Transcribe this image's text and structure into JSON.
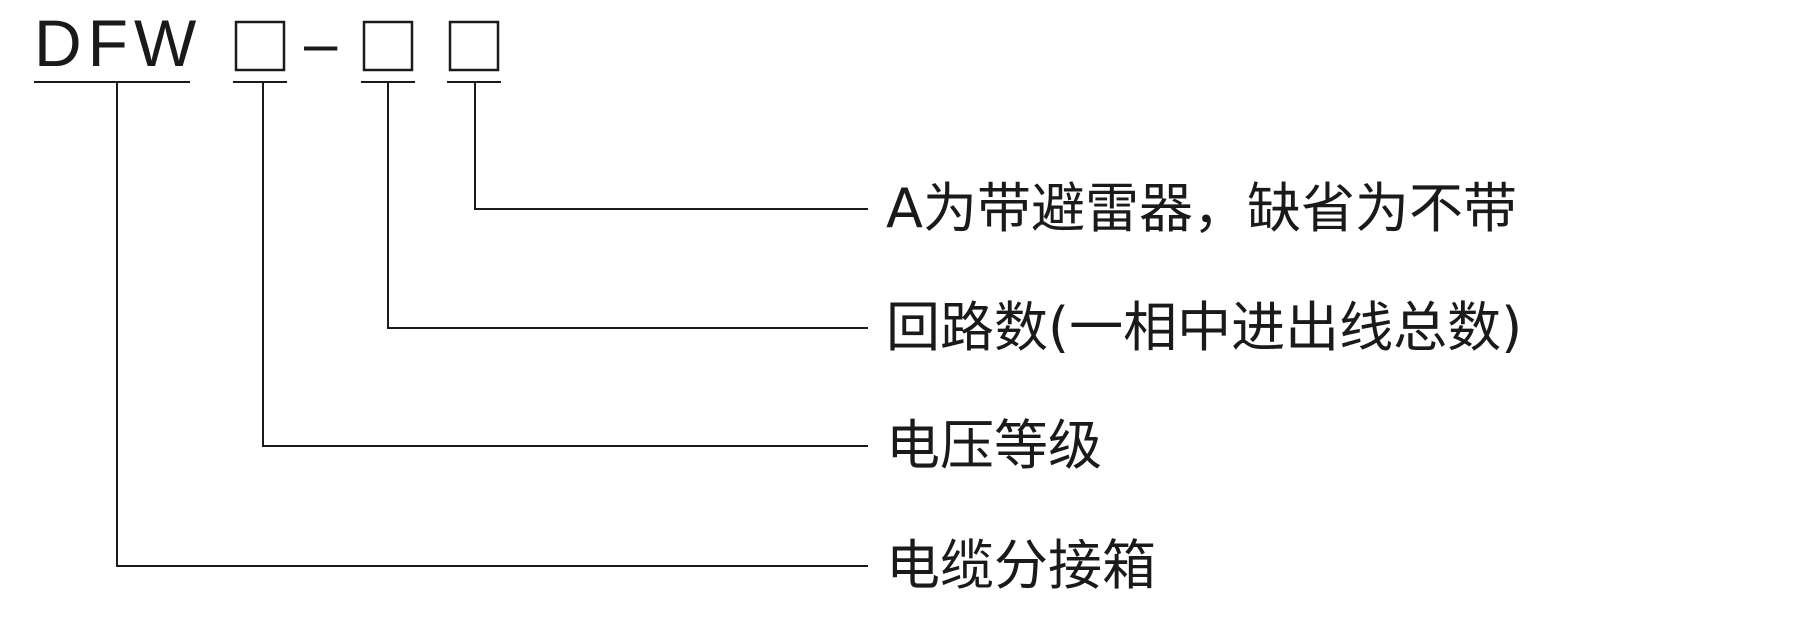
{
  "code": {
    "prefix": "DFW",
    "separator": "–"
  },
  "labels": {
    "arrester": "A为带避雷器，缺省为不带",
    "circuits": "回路数(一相中进出线总数)",
    "voltage": "电压等级",
    "product": "电缆分接箱"
  }
}
